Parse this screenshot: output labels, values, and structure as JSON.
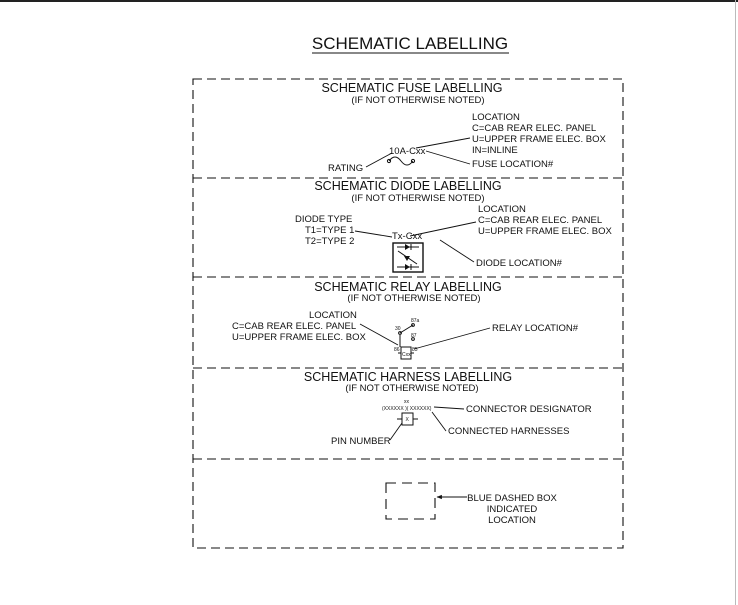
{
  "title": "SCHEMATIC LABELLING",
  "sections": {
    "fuse": {
      "title": "SCHEMATIC FUSE LABELLING",
      "subtitle": "(IF NOT OTHERWISE NOTED)",
      "symbol_label": "10A-Cxx",
      "labels": {
        "location": "LOCATION",
        "cab": "C=CAB REAR ELEC. PANEL",
        "upper": "U=UPPER FRAME ELEC. BOX",
        "inline": "IN=INLINE",
        "fuse_location": "FUSE LOCATION#",
        "rating": "RATING"
      }
    },
    "diode": {
      "title": "SCHEMATIC DIODE LABELLING",
      "subtitle": "(IF NOT OTHERWISE NOTED)",
      "symbol_label": "Tx-Cxx",
      "labels": {
        "location": "LOCATION",
        "cab": "C=CAB REAR ELEC. PANEL",
        "upper": "U=UPPER FRAME ELEC. BOX",
        "diode_type": "DIODE TYPE",
        "type1": "T1=TYPE 1",
        "type2": "T2=TYPE 2",
        "diode_location": "DIODE LOCATION#"
      }
    },
    "relay": {
      "title": "SCHEMATIC RELAY LABELLING",
      "subtitle": "(IF NOT OTHERWISE NOTED)",
      "pins": {
        "p30": "30",
        "p87a": "87a",
        "p87": "87",
        "p86": "86",
        "p85": "85"
      },
      "symbol_label": "Cxx",
      "labels": {
        "location": "LOCATION",
        "cab": "C=CAB REAR ELEC. PANEL",
        "upper": "U=UPPER FRAME ELEC. BOX",
        "relay_location": "RELAY LOCATION#"
      }
    },
    "harness": {
      "title": "SCHEMATIC HARNESS LABELLING",
      "subtitle": "(IF NOT OTHERWISE NOTED)",
      "designator": "xx",
      "harnesses": "(XXXXXX )( XXXXXX)",
      "pin": "X",
      "labels": {
        "connector_designator": "CONNECTOR DESIGNATOR",
        "connected_harnesses": "CONNECTED HARNESSES",
        "pin_number": "PIN NUMBER"
      }
    },
    "box": {
      "labels": {
        "line1": "BLUE DASHED BOX",
        "line2": "INDICATED",
        "line3": "LOCATION"
      }
    }
  }
}
